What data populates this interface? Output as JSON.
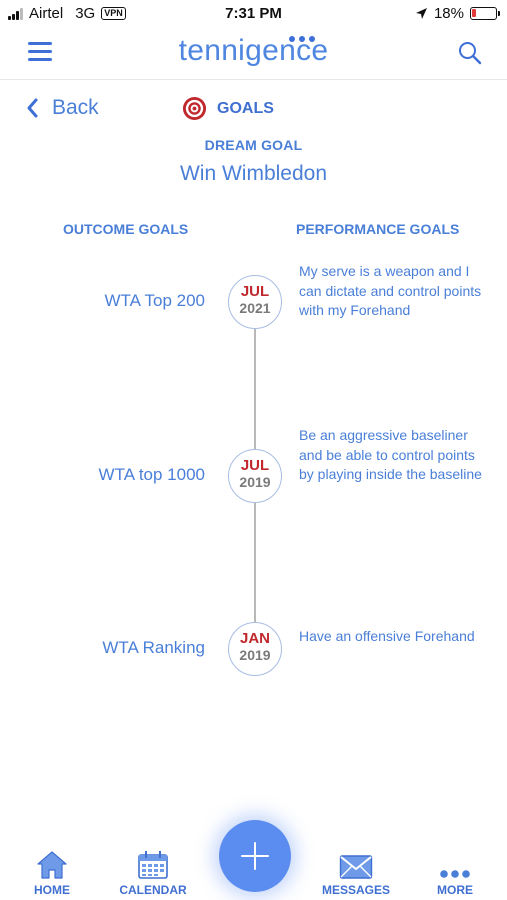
{
  "status_bar": {
    "carrier": "Airtel",
    "network": "3G",
    "vpn": "VPN",
    "time": "7:31 PM",
    "battery": "18%",
    "battery_fraction": 0.18
  },
  "header": {
    "logo": "tennigence"
  },
  "nav": {
    "back_label": "Back",
    "title": "GOALS"
  },
  "dream_goal": {
    "label": "DREAM GOAL",
    "value": "Win Wimbledon"
  },
  "columns": {
    "outcome": "OUTCOME GOALS",
    "performance": "PERFORMANCE GOALS"
  },
  "goals": [
    {
      "outcome": "WTA Top 200",
      "month": "JUL",
      "year": "2021",
      "performance": "My serve is a weapon and I can dictate and control points with my Forehand"
    },
    {
      "outcome": "WTA top 1000",
      "month": "JUL",
      "year": "2019",
      "performance": "Be an aggressive baseliner and be able to control points by playing inside the baseline"
    },
    {
      "outcome": "WTA Ranking",
      "month": "JAN",
      "year": "2019",
      "performance": "Have an offensive Forehand"
    }
  ],
  "tabbar": {
    "home": "HOME",
    "calendar": "CALENDAR",
    "messages": "MESSAGES",
    "more": "MORE"
  },
  "colors": {
    "accent": "#4a7fd8",
    "month": "#c0282d",
    "fab": "#5b8cf0"
  }
}
